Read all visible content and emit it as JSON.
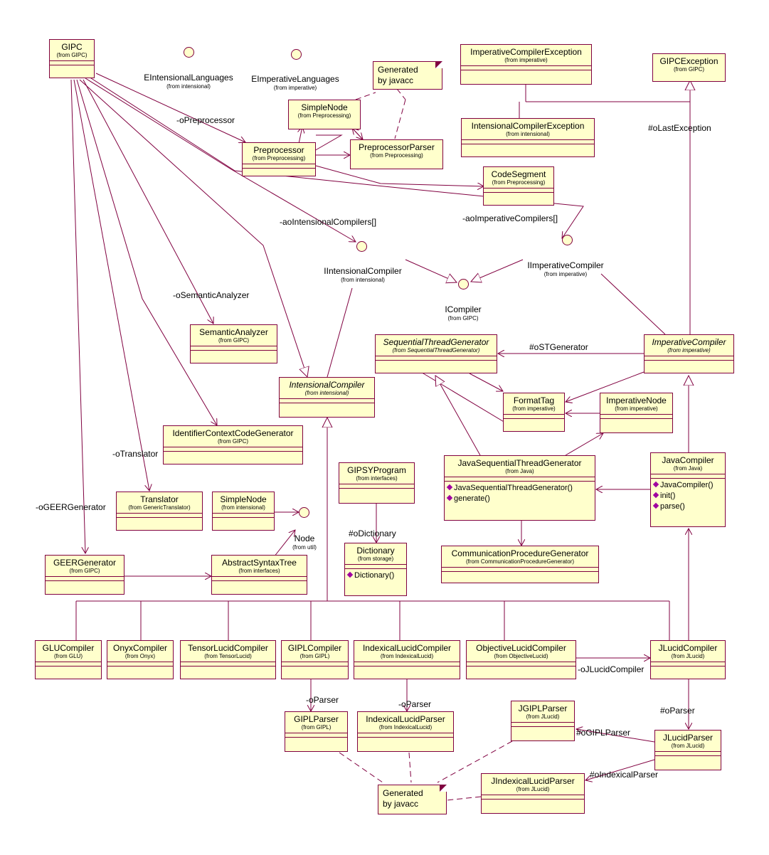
{
  "classes": {
    "gipc": {
      "name": "GIPC",
      "pkg": "(from GIPC)"
    },
    "preprocessor": {
      "name": "Preprocessor",
      "pkg": "(from Preprocessing)"
    },
    "simple_node_pre": {
      "name": "SimpleNode",
      "pkg": "(from Preprocessing)"
    },
    "preprocessor_parser": {
      "name": "PreprocessorParser",
      "pkg": "(from Preprocessing)"
    },
    "code_segment": {
      "name": "CodeSegment",
      "pkg": "(from Preprocessing)"
    },
    "imperative_compiler_exception": {
      "name": "ImperativeCompilerException",
      "pkg": "(from imperative)"
    },
    "intensional_compiler_exception": {
      "name": "IntensionalCompilerException",
      "pkg": "(from intensional)"
    },
    "gipc_exception": {
      "name": "GIPCException",
      "pkg": "(from GIPC)"
    },
    "semantic_analyzer": {
      "name": "SemanticAnalyzer",
      "pkg": "(from GIPC)"
    },
    "intensional_compiler": {
      "name": "IntensionalCompiler",
      "pkg": "(from intensional)"
    },
    "sequential_thread_generator": {
      "name": "SequentialThreadGenerator",
      "pkg": "(from SequentialThreadGenerator)"
    },
    "imperative_compiler": {
      "name": "ImperativeCompiler",
      "pkg": "(from imperative)"
    },
    "format_tag": {
      "name": "FormatTag",
      "pkg": "(from imperative)"
    },
    "imperative_node": {
      "name": "ImperativeNode",
      "pkg": "(from imperative)"
    },
    "identifier_context_code_generator": {
      "name": "IdentifierContextCodeGenerator",
      "pkg": "(from GIPC)"
    },
    "gipsy_program": {
      "name": "GIPSYProgram",
      "pkg": "(from interfaces)"
    },
    "java_sequential_thread_generator": {
      "name": "JavaSequentialThreadGenerator",
      "pkg": "(from Java)",
      "ops": [
        "JavaSequentialThreadGenerator()",
        "generate()"
      ]
    },
    "java_compiler": {
      "name": "JavaCompiler",
      "pkg": "(from Java)",
      "ops": [
        "JavaCompiler()",
        "init()",
        "parse()"
      ]
    },
    "translator": {
      "name": "Translator",
      "pkg": "(from GenericTranslator)"
    },
    "simple_node_int": {
      "name": "SimpleNode",
      "pkg": "(from intensional)"
    },
    "dictionary": {
      "name": "Dictionary",
      "pkg": "(from storage)",
      "ops": [
        "Dictionary()"
      ]
    },
    "communication_procedure_generator": {
      "name": "CommunicationProcedureGenerator",
      "pkg": "(from CommunicationProcedureGenerator)"
    },
    "geer_generator": {
      "name": "GEERGenerator",
      "pkg": "(from GIPC)"
    },
    "abstract_syntax_tree": {
      "name": "AbstractSyntaxTree",
      "pkg": "(from interfaces)"
    },
    "glu_compiler": {
      "name": "GLUCompiler",
      "pkg": "(from GLU)"
    },
    "onyx_compiler": {
      "name": "OnyxCompiler",
      "pkg": "(from Onyx)"
    },
    "tensor_lucid_compiler": {
      "name": "TensorLucidCompiler",
      "pkg": "(from TensorLucid)"
    },
    "gipl_compiler": {
      "name": "GIPLCompiler",
      "pkg": "(from GIPL)"
    },
    "indexical_lucid_compiler": {
      "name": "IndexicalLucidCompiler",
      "pkg": "(from IndexicalLucid)"
    },
    "objective_lucid_compiler": {
      "name": "ObjectiveLucidCompiler",
      "pkg": "(from ObjectiveLucid)"
    },
    "jlucid_compiler": {
      "name": "JLucidCompiler",
      "pkg": "(from JLucid)"
    },
    "gipl_parser": {
      "name": "GIPLParser",
      "pkg": "(from GIPL)"
    },
    "indexical_lucid_parser": {
      "name": "IndexicalLucidParser",
      "pkg": "(from IndexicalLucid)"
    },
    "jgipl_parser": {
      "name": "JGIPLParser",
      "pkg": "(from JLucid)"
    },
    "jlucid_parser": {
      "name": "JLucidParser",
      "pkg": "(from JLucid)"
    },
    "jindexical_lucid_parser": {
      "name": "JIndexicalLucidParser",
      "pkg": "(from JLucid)"
    }
  },
  "interfaces": {
    "eintensional_languages": {
      "name": "EIntensionalLanguages",
      "pkg": "(from intensional)"
    },
    "eimperative_languages": {
      "name": "EImperativeLanguages",
      "pkg": "(from imperative)"
    },
    "iintensional_compiler": {
      "name": "IIntensionalCompiler",
      "pkg": "(from intensional)"
    },
    "iimperative_compiler": {
      "name": "IImperativeCompiler",
      "pkg": "(from imperative)"
    },
    "icompiler": {
      "name": "ICompiler",
      "pkg": "(from GIPC)"
    },
    "node": {
      "name": "Node",
      "pkg": "(from util)"
    }
  },
  "notes": {
    "top": [
      "Generated",
      "by javacc"
    ],
    "bottom": [
      "Generated",
      "by javacc"
    ]
  },
  "roles": {
    "o_preprocessor": "-oPreprocessor",
    "ao_intensional_compilers": "-aoIntensionalCompilers[]",
    "ao_imperative_compilers": "-aoImperativeCompilers[]",
    "o_last_exception": "#oLastException",
    "o_semantic_analyzer": "-oSemanticAnalyzer",
    "o_st_generator": "#oSTGenerator",
    "o_translator": "-oTranslator",
    "o_geer_generator": "-oGEERGenerator",
    "o_dictionary": "#oDictionary",
    "o_jlucid_compiler": "-oJLucidCompiler",
    "o_parser_gipl": "-oParser",
    "o_parser_indexical": "-oParser",
    "o_parser_jlucid": "#oParser",
    "o_gipl_parser": "#oGIPLParser",
    "o_indexical_parser": "#oIndexicalParser"
  }
}
